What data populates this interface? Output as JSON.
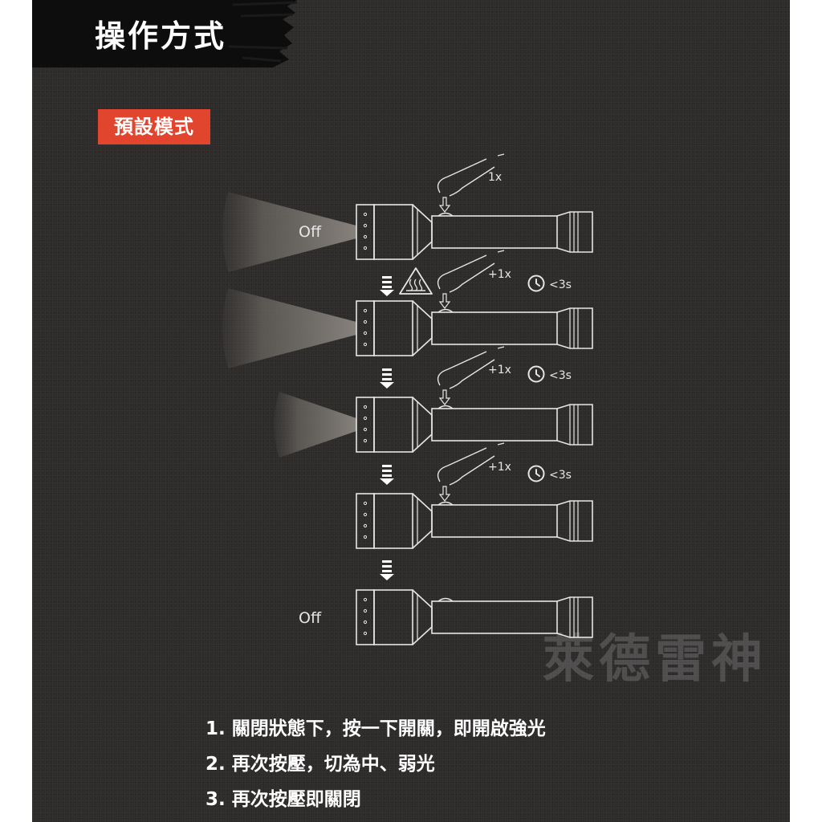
{
  "header": {
    "title": "操作方式"
  },
  "mode": {
    "label": "預設模式"
  },
  "diagram": {
    "states": [
      {
        "label": "Off",
        "press": "1x",
        "timer": ""
      },
      {
        "label": "",
        "press": "+1x",
        "timer": "<3s"
      },
      {
        "label": "",
        "press": "+1x",
        "timer": "<3s"
      },
      {
        "label": "",
        "press": "+1x",
        "timer": "<3s"
      },
      {
        "label": "Off",
        "press": "",
        "timer": ""
      }
    ],
    "beam_levels": [
      1,
      1,
      0.6,
      0,
      0
    ]
  },
  "watermark": "萊德雷神",
  "instructions": [
    "1. 關閉狀態下，按一下開關，即開啟強光",
    "2. 再次按壓，切為中、弱光",
    "3. 再次按壓即關閉"
  ],
  "colors": {
    "background": "#2e2c2b",
    "accent": "#e1452d",
    "line": "#e6e6e6"
  }
}
